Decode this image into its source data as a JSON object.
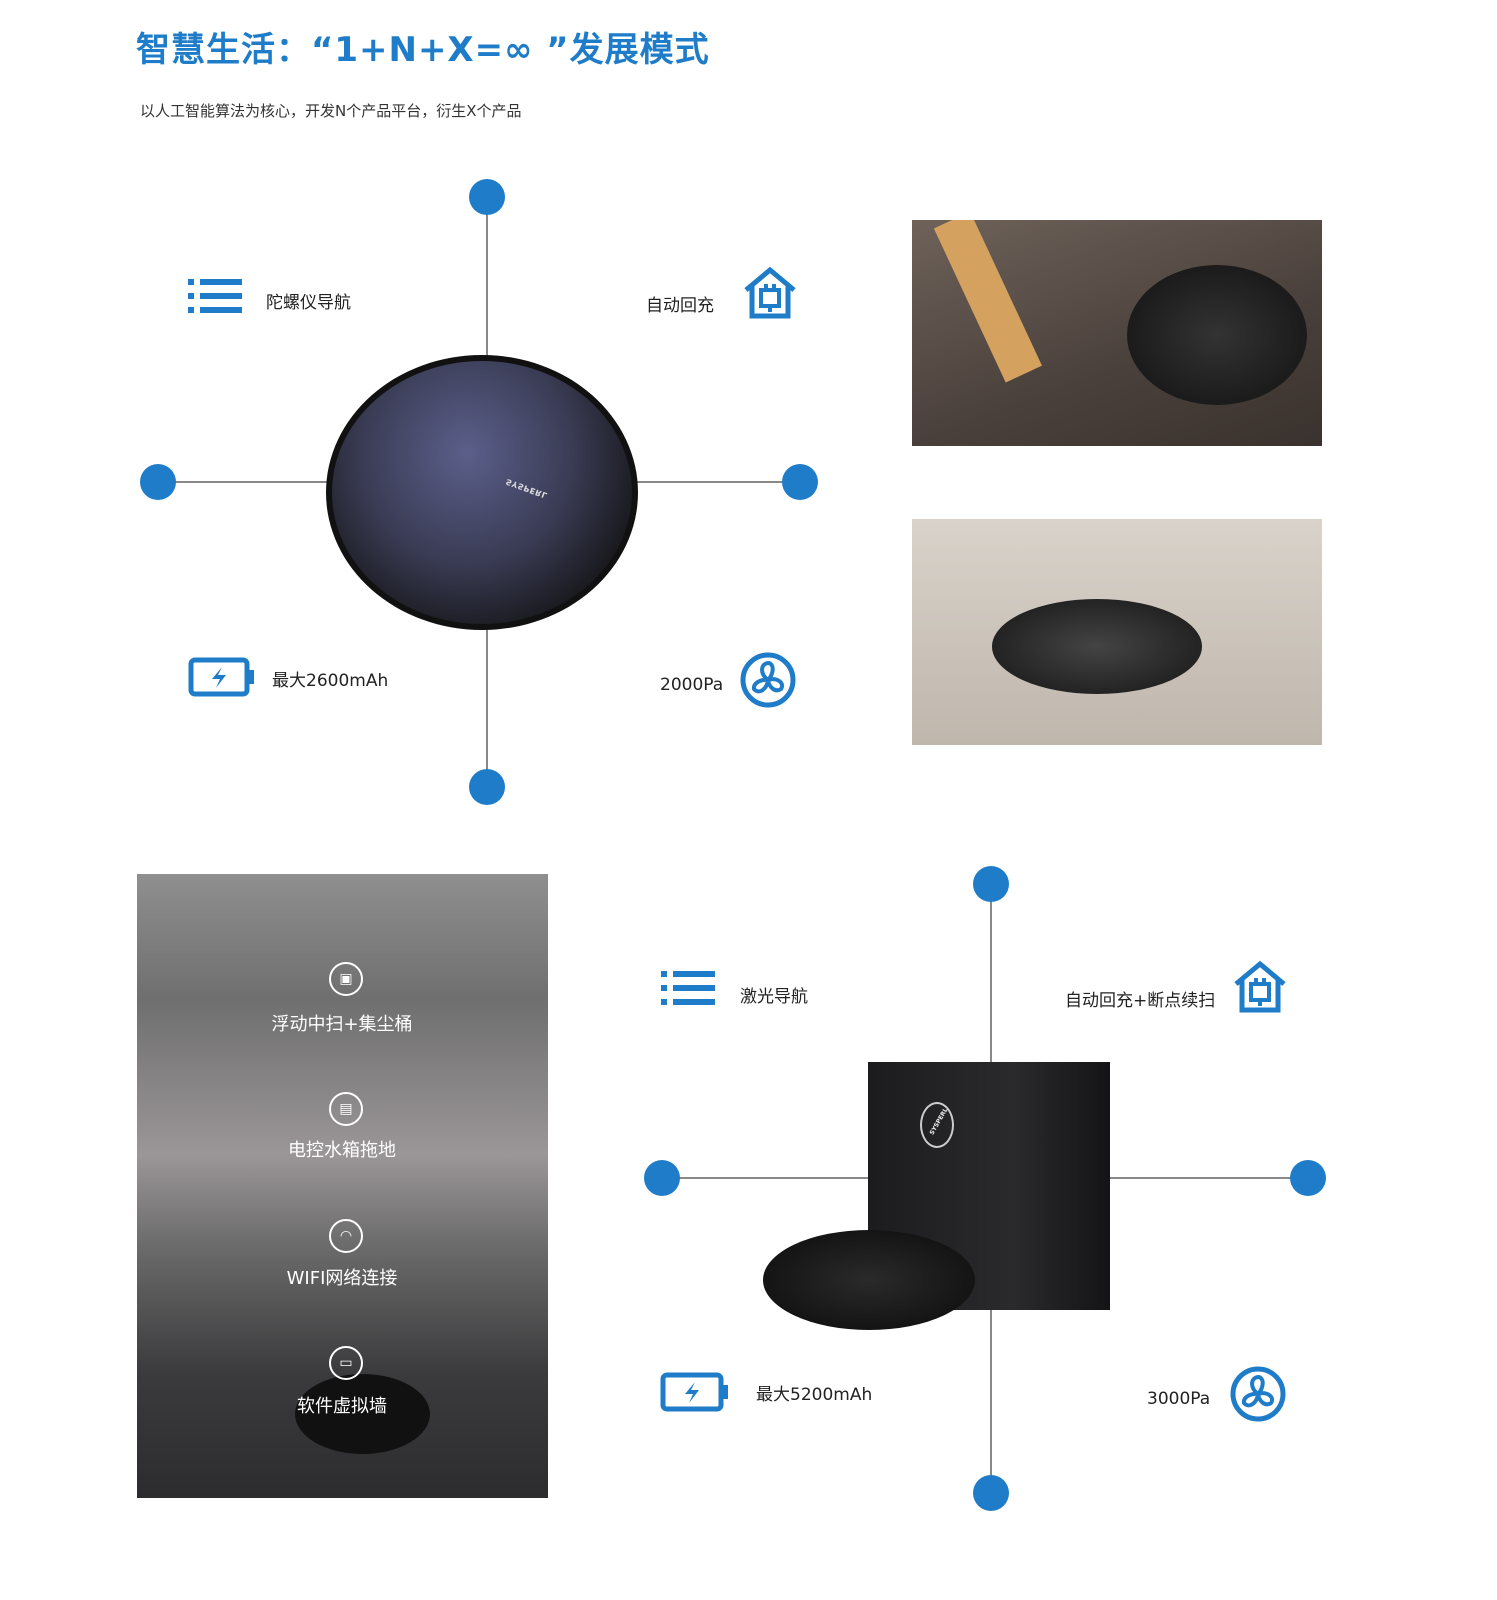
{
  "header": {
    "title": "智慧生活：“1+N+X=∞ ”发展模式",
    "subtitle": "以人工智能算法为核心，开发N个产品平台，衍生X个产品"
  },
  "accent": "#1f7cc9",
  "product1": {
    "features": {
      "navigation": "陀螺仪导航",
      "recharge": "自动回充",
      "battery": "最大2600mAh",
      "suction": "2000Pa"
    },
    "brand": "SYSPERL"
  },
  "product2": {
    "features": {
      "navigation": "激光导航",
      "recharge": "自动回充+断点续扫",
      "battery": "最大5200mAh",
      "suction": "3000Pa"
    },
    "brand": "SYSPERL"
  },
  "lifestyle": {
    "items": [
      "浮动中扫+集尘桶",
      "电控水箱拖地",
      "WIFI网络连接",
      "软件虚拟墙"
    ]
  }
}
